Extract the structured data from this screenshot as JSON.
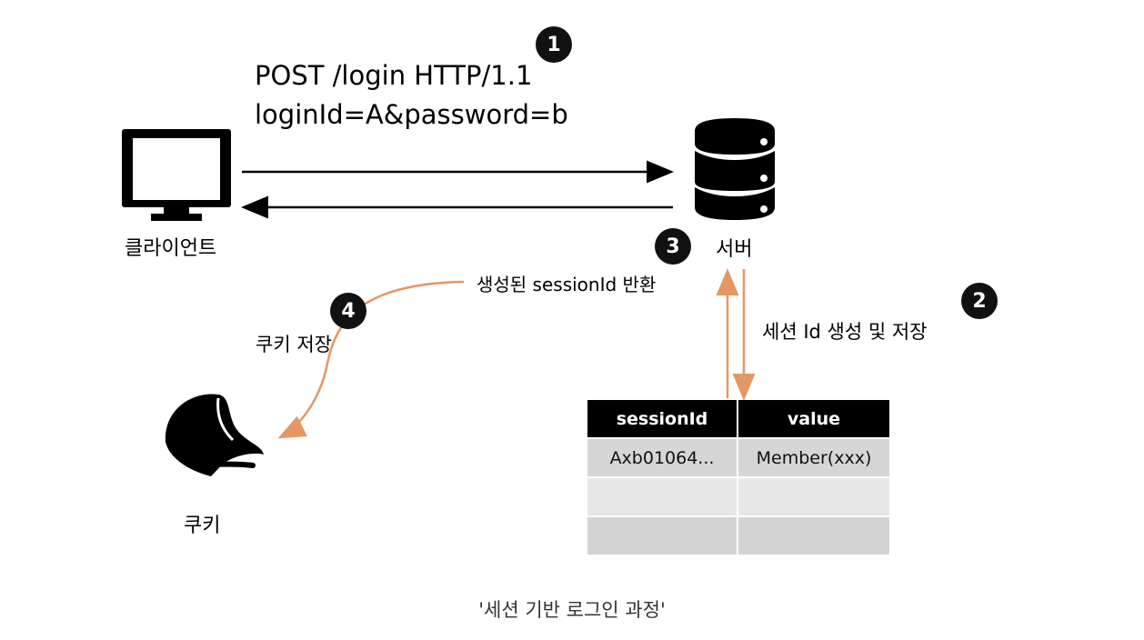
{
  "request": {
    "line1": "POST /login HTTP/1.1",
    "line2": "loginId=A&password=b"
  },
  "nodes": {
    "client_label": "클라이언트",
    "server_label": "서버",
    "cookie_label": "쿠키"
  },
  "steps": [
    {
      "number": "1"
    },
    {
      "number": "2",
      "text": "세션 Id 생성 및 저장"
    },
    {
      "number": "3",
      "text": "생성된 sessionId 반환"
    },
    {
      "number": "4",
      "text": "쿠키 저장"
    }
  ],
  "session_table": {
    "headers": [
      "sessionId",
      "value"
    ],
    "rows": [
      [
        "Axb01064...",
        "Member(xxx)"
      ],
      [
        "",
        ""
      ],
      [
        "",
        ""
      ]
    ]
  },
  "caption": "'세션 기반 로그인 과정'",
  "colors": {
    "arrow_accent": "#e39764",
    "arrow_dark": "#000000",
    "icon": "#000000"
  },
  "icons": {
    "client": "monitor-icon",
    "server": "database-icon",
    "cookie": "fortune-cookie-icon"
  }
}
